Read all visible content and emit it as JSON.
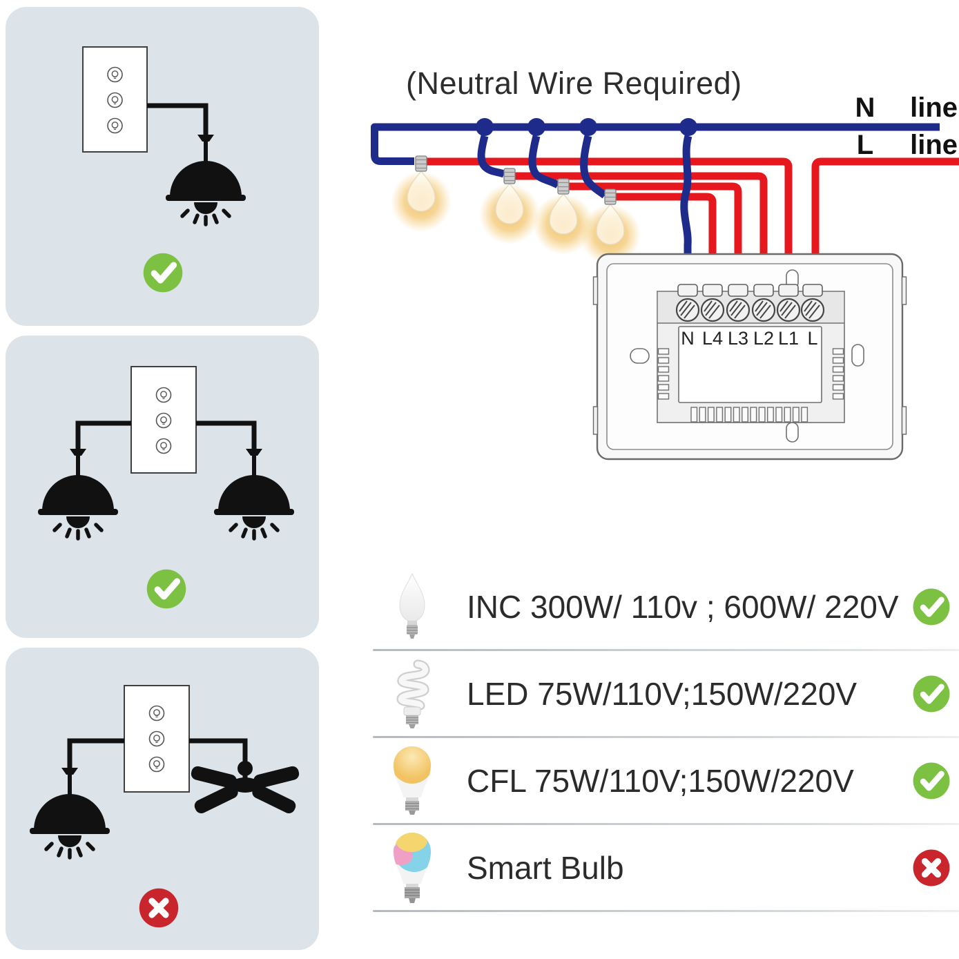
{
  "title": {
    "text": "(Neutral Wire Required)"
  },
  "wiring": {
    "neutral_label": "N",
    "neutral_line_word": "line",
    "live_label": "L",
    "live_line_word": "line",
    "terminal_labels": [
      "N",
      "L4",
      "L3",
      "L2",
      "L1",
      "L"
    ],
    "bulb_count": 4,
    "colors": {
      "neutral_wire": "#1f2b8b",
      "live_wire": "#e7171e"
    }
  },
  "panels": [
    {
      "name": "single-light",
      "status": "approved"
    },
    {
      "name": "two-lights",
      "status": "approved"
    },
    {
      "name": "light-and-fan",
      "status": "rejected"
    }
  ],
  "compatibility": {
    "rows": [
      {
        "icon": "candle-bulb",
        "label": "INC 300W/ 110v ; 600W/ 220V",
        "status": "approved"
      },
      {
        "icon": "spiral-bulb",
        "label": "LED 75W/110V;150W/220V",
        "status": "approved"
      },
      {
        "icon": "warm-bulb",
        "label": "CFL 75W/110V;150W/220V",
        "status": "approved"
      },
      {
        "icon": "smart-bulb",
        "label": "Smart Bulb",
        "status": "rejected"
      }
    ]
  },
  "colors": {
    "panel_bg": "#dce3e9",
    "approved": "#7cc142",
    "rejected": "#c9252c",
    "glow": "#f2bf62"
  }
}
